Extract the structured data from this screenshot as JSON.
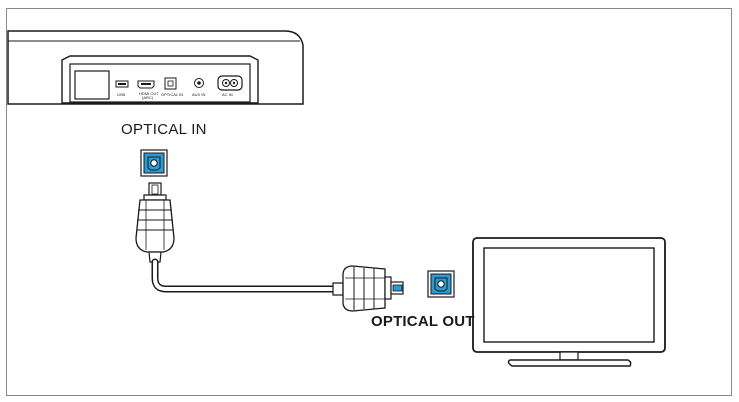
{
  "labels": {
    "optical_in": "OPTICAL IN",
    "optical_out": "OPTICAL OUT"
  },
  "soundbar_ports": {
    "usb": "USB",
    "hdmi_out": "HDMI OUT",
    "hdmi_out_sub": "(ARC)",
    "optical_in": "OPTICAL IN",
    "aux_in": "AUX IN",
    "ac_in": "AC IN"
  },
  "colors": {
    "port_blue": "#2b9bd6",
    "line": "#1a1a1a",
    "frame": "#8a8a8a"
  },
  "icons": [
    "optical-port-icon",
    "optical-plug-icon",
    "tv-icon",
    "soundbar-icon"
  ]
}
